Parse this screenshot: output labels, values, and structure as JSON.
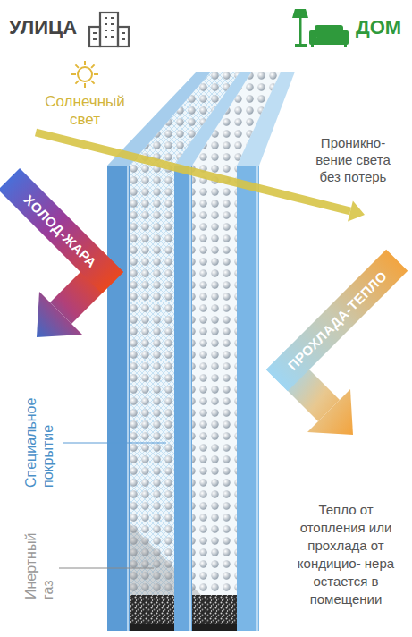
{
  "diagram": {
    "nodes": [
      {
        "text": [
          "ХОЛОД-ЖАРА"
        ]
      },
      {
        "text": [
          "ПРОХЛАДА-ТЕПЛО"
        ]
      }
    ],
    "labels": [
      "УЛИЦА",
      "ДОМ",
      "Солнечный свет",
      "Проникно- вение света без потерь",
      "Специальное покрытие",
      "Инертный газ",
      "Тепло от отопления или прохлада от кондицио- нера остается в помещении"
    ]
  }
}
